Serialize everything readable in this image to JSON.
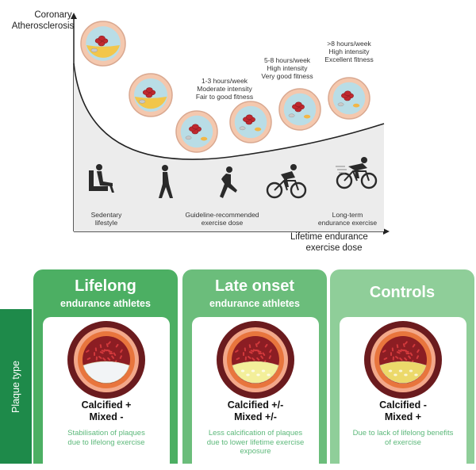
{
  "top": {
    "y_axis_label": [
      "Coronary",
      "Atherosclerosis"
    ],
    "x_axis_label": [
      "Lifetime endurance",
      "exercise dose"
    ],
    "dose_annotations": [
      [
        "1-3 hours/week",
        "Moderate intensity",
        "Fair to good fitness"
      ],
      [
        "5-8 hours/week",
        "High intensity",
        "Very good fitness"
      ],
      [
        ">8 hours/week",
        "High intensity",
        "Excellent fitness"
      ]
    ],
    "category_labels": [
      [
        "Sedentary",
        "lifestyle"
      ],
      [
        "Guideline-recommended",
        "exercise dose"
      ],
      [
        "Long-term",
        "endurance exercise"
      ]
    ],
    "figure_icons": [
      "sitting-person-icon",
      "walking-person-icon",
      "running-person-icon",
      "cyclist-icon",
      "road-cyclist-icon"
    ]
  },
  "bottom": {
    "side_label": "Plaque type",
    "columns": [
      {
        "title": "Lifelong",
        "subtitle": "endurance athletes",
        "plaque_label": [
          "Calcified +",
          "Mixed -"
        ],
        "description": [
          "Stabilisation of plaques",
          "due to lifelong exercise"
        ],
        "plaque_fill": "#f2f4f6"
      },
      {
        "title": "Late onset",
        "subtitle": "endurance athletes",
        "plaque_label": [
          "Calcified +/-",
          "Mixed +/-"
        ],
        "description": [
          "Less calcification of plaques",
          "due to lower lifetime exercise",
          "exposure"
        ],
        "plaque_fill": "#f3ef9a"
      },
      {
        "title": "Controls",
        "subtitle": "",
        "plaque_label": [
          "Calcified -",
          "Mixed +"
        ],
        "description": [
          "Due to lack of lifelong benefits",
          "of exercise"
        ],
        "plaque_fill": "#ecd96a"
      }
    ]
  },
  "colors": {
    "green_dark": "#4caf63",
    "green_mid": "#6bbd7b",
    "green_light": "#8fce99",
    "green_side": "#1e8a4a",
    "desc_green": "#5cb87a",
    "artery_outer": "#6b1b1e",
    "artery_wall": "#f3a88a",
    "artery_orange": "#e8753d",
    "lumen": "#8c1d23"
  }
}
